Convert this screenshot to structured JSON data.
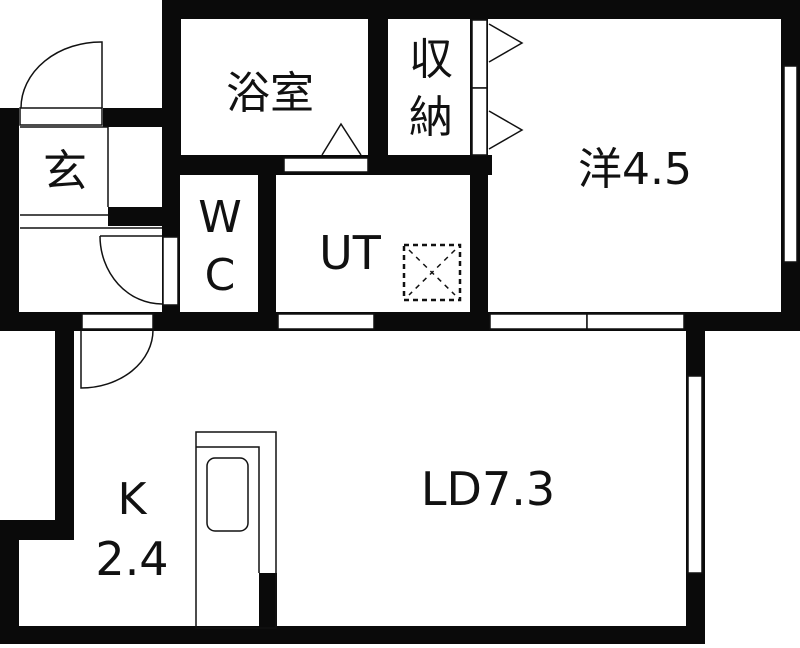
{
  "floor_plan": {
    "title": "",
    "colors": {
      "wall": "#0a0a0a",
      "line": "#111111",
      "background": "#ffffff"
    },
    "rooms": [
      {
        "id": "genkan",
        "label": "玄",
        "area": ""
      },
      {
        "id": "bathroom",
        "label": "浴室",
        "area": ""
      },
      {
        "id": "storage",
        "label_line1": "収",
        "label_line2": "納",
        "area": ""
      },
      {
        "id": "western-room",
        "label": "洋4.5",
        "area": "4.5"
      },
      {
        "id": "wc",
        "label_line1": "W",
        "label_line2": "C",
        "area": ""
      },
      {
        "id": "utility",
        "label": "UT",
        "area": ""
      },
      {
        "id": "kitchen",
        "label_line1": "K",
        "label_line2": "2.4",
        "area": "2.4"
      },
      {
        "id": "living-dining",
        "label": "LD7.3",
        "area": "7.3"
      }
    ],
    "symbols": [
      {
        "id": "washer-space",
        "icon": "washing-machine-pan-icon"
      },
      {
        "id": "sink",
        "icon": "kitchen-sink-icon"
      },
      {
        "id": "bath-door",
        "icon": "triangle-door-icon"
      },
      {
        "id": "closet-doors",
        "icon": "folding-door-icon"
      }
    ]
  }
}
